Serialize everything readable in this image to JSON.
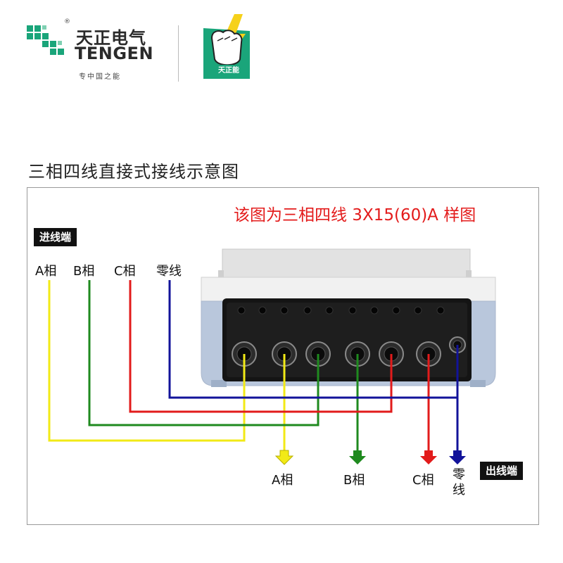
{
  "header": {
    "brand_cn": "天正电气",
    "brand_en": "TENGEN",
    "registered_mark": "®",
    "slogan": "专中国之能",
    "mascot_label": "天正能"
  },
  "diagram": {
    "title": "三相四线直接式接线示意图",
    "sample_note": "该图为三相四线 3X15(60)A 样图",
    "input_tag": "进线端",
    "output_tag": "出线端",
    "input_labels": {
      "a": "A相",
      "b": "B相",
      "c": "C相",
      "neutral": "零线"
    },
    "output_labels": {
      "a": "A相",
      "b": "B相",
      "c": "C相",
      "neutral_top": "零",
      "neutral_bottom": "线"
    }
  },
  "colors": {
    "phase_a": "#f2ea16",
    "phase_b": "#1f8a1f",
    "phase_c": "#e21b1b",
    "neutral": "#12139a",
    "brand_green": "#1aa57a",
    "note_red": "#e31b1b"
  },
  "icons": [
    "tengen-logo-icon",
    "fist-mascot-icon",
    "arrow-down-icon",
    "terminal-icon"
  ]
}
